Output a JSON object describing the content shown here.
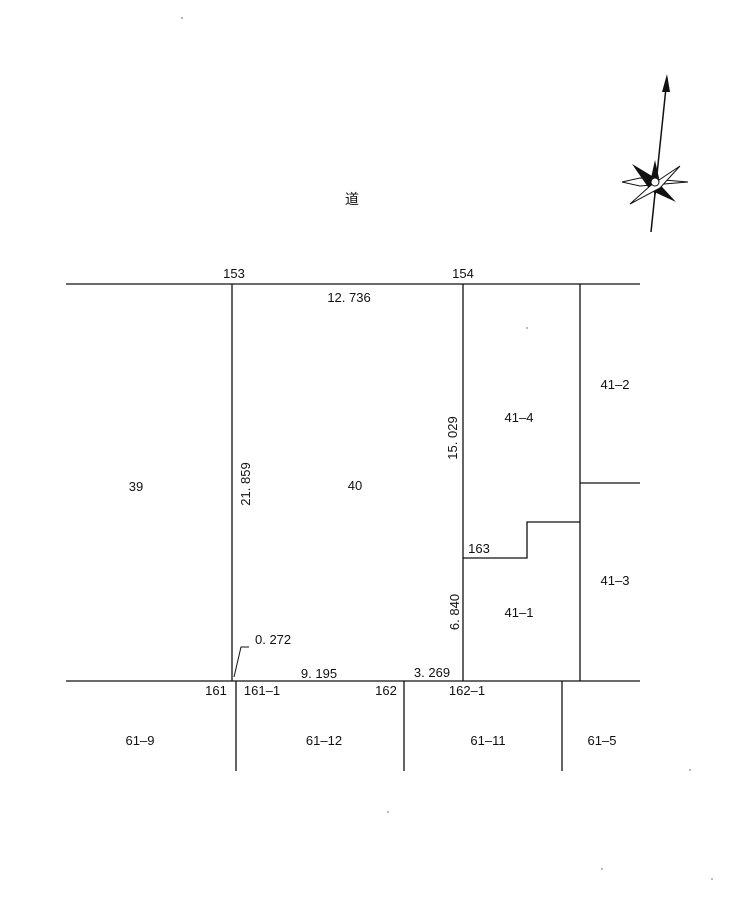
{
  "road_label": "道",
  "markers": {
    "p153": "153",
    "p154": "154",
    "p161": "161",
    "p162": "162",
    "p163": "163"
  },
  "parcels": {
    "p39": "39",
    "p40": "40",
    "p41_4": "41–4",
    "p41_2": "41–2",
    "p41_3": "41–3",
    "p41_1": "41–1",
    "p161_1": "161–1",
    "p162_1": "162–1",
    "p61_9": "61–9",
    "p61_12": "61–12",
    "p61_11": "61–11",
    "p61_5": "61–5"
  },
  "dimensions": {
    "top": "12. 736",
    "left": "21. 859",
    "right_upper": "15. 029",
    "right_lower": "6. 840",
    "bottom": "9. 195",
    "bottom_right": "3. 269",
    "corner": "0. 272"
  },
  "colors": {
    "ink": "#111111",
    "paper": "#ffffff"
  }
}
